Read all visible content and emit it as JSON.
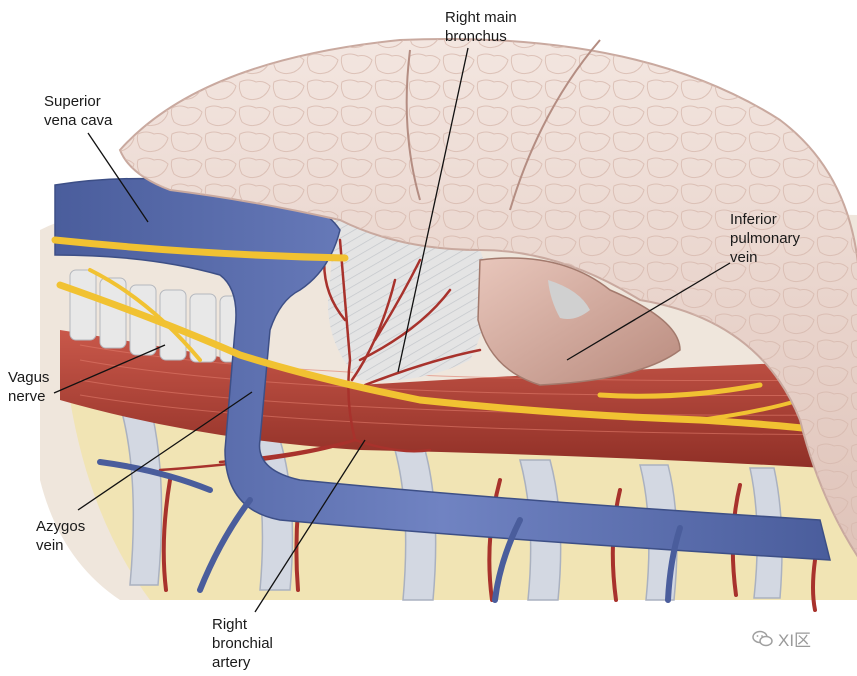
{
  "labels": {
    "superior_vena_cava": [
      "Superior",
      "vena cava"
    ],
    "right_main_bronchus": [
      "Right main",
      "bronchus"
    ],
    "inferior_pulmonary_vein": [
      "Inferior",
      "pulmonary",
      "vein"
    ],
    "vagus_nerve": [
      "Vagus",
      "nerve"
    ],
    "azygos_vein": [
      "Azygos",
      "vein"
    ],
    "right_bronchial_artery": [
      "Right",
      "bronchial",
      "artery"
    ]
  },
  "watermark": {
    "text": "XI区",
    "icon": "wechat-icon"
  },
  "colors": {
    "lung": "#e9d6cf",
    "lung_edge": "#c9a99f",
    "vein": "#5a6fae",
    "vein_dark": "#3d4f86",
    "nerve": "#f1c232",
    "esophagus": "#b84a3c",
    "artery": "#a8322c",
    "vertebra": "#f1e4b4",
    "disc": "#d9dde6",
    "bronchus": "#dcdcdc",
    "pulm_vein": "#d8b0a4"
  }
}
